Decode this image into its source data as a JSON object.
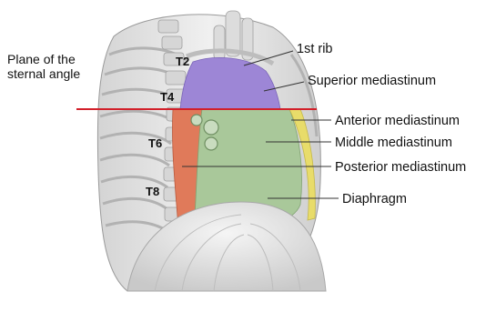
{
  "labels": {
    "plane_line1": "Plane of the",
    "plane_line2": "sternal angle",
    "first_rib": "1st rib",
    "superior": "Superior mediastinum",
    "anterior": "Anterior mediastinum",
    "middle": "Middle mediastinum",
    "posterior": "Posterior mediastinum",
    "diaphragm": "Diaphragm"
  },
  "vertebrae": {
    "t2": "T2",
    "t4": "T4",
    "t6": "T6",
    "t8": "T8"
  },
  "colors": {
    "superior": "#9d86d6",
    "anterior": "#e8dc6a",
    "middle": "#a9c89a",
    "posterior": "#e07a5a",
    "plane_line": "#d2202a",
    "bone": "#e6e6e6"
  }
}
